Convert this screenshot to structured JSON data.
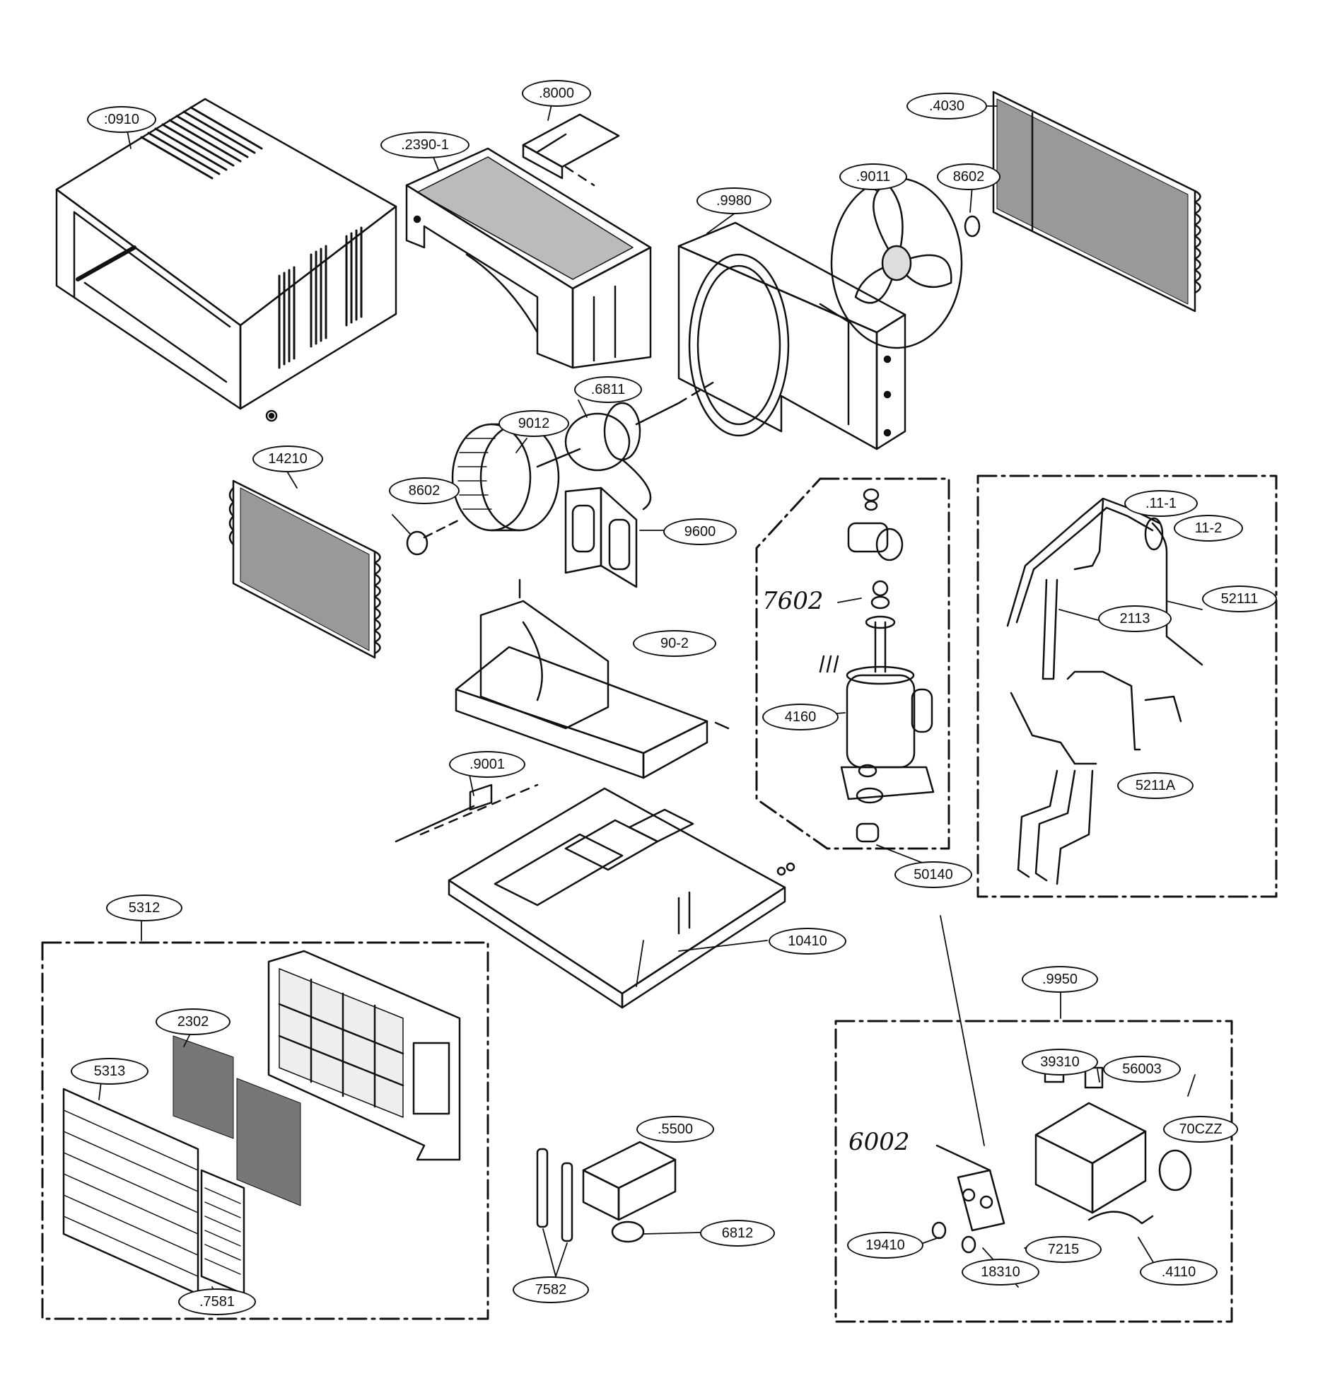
{
  "diagram": {
    "callouts": {
      "c10910": ":0910",
      "c8000": ".8000",
      "c2390_1": ".2390-1",
      "c4030": ".4030",
      "c9011": ".9011",
      "c8602a": "8602",
      "c9980": ".9980",
      "c6811": ".6811",
      "c9012": "9012",
      "c4210": "14210",
      "c8602b": "8602",
      "c9600": "9600",
      "c1111": ".11-1",
      "c1112": "11-2",
      "c2111": "52111",
      "c2113": "2113",
      "c902": "90-2",
      "c4160": "4160",
      "c211a": "5211A",
      "c9001": ".9001",
      "c0140": "50140",
      "c0410": "10410",
      "c5312": "5312",
      "c9950": ".9950",
      "c2302": "2302",
      "c5313": "5313",
      "c9310": "39310",
      "c6003": "56003",
      "c0czz": "70CZZ",
      "c5500": ".5500",
      "c6812": "6812",
      "c9410": "19410",
      "c7215": "7215",
      "c8310": "18310",
      "c4110": ".4110",
      "c7581": ".7581",
      "c7582": "7582"
    },
    "handwritten": {
      "h7602": "7602",
      "h6002": "6002"
    }
  }
}
